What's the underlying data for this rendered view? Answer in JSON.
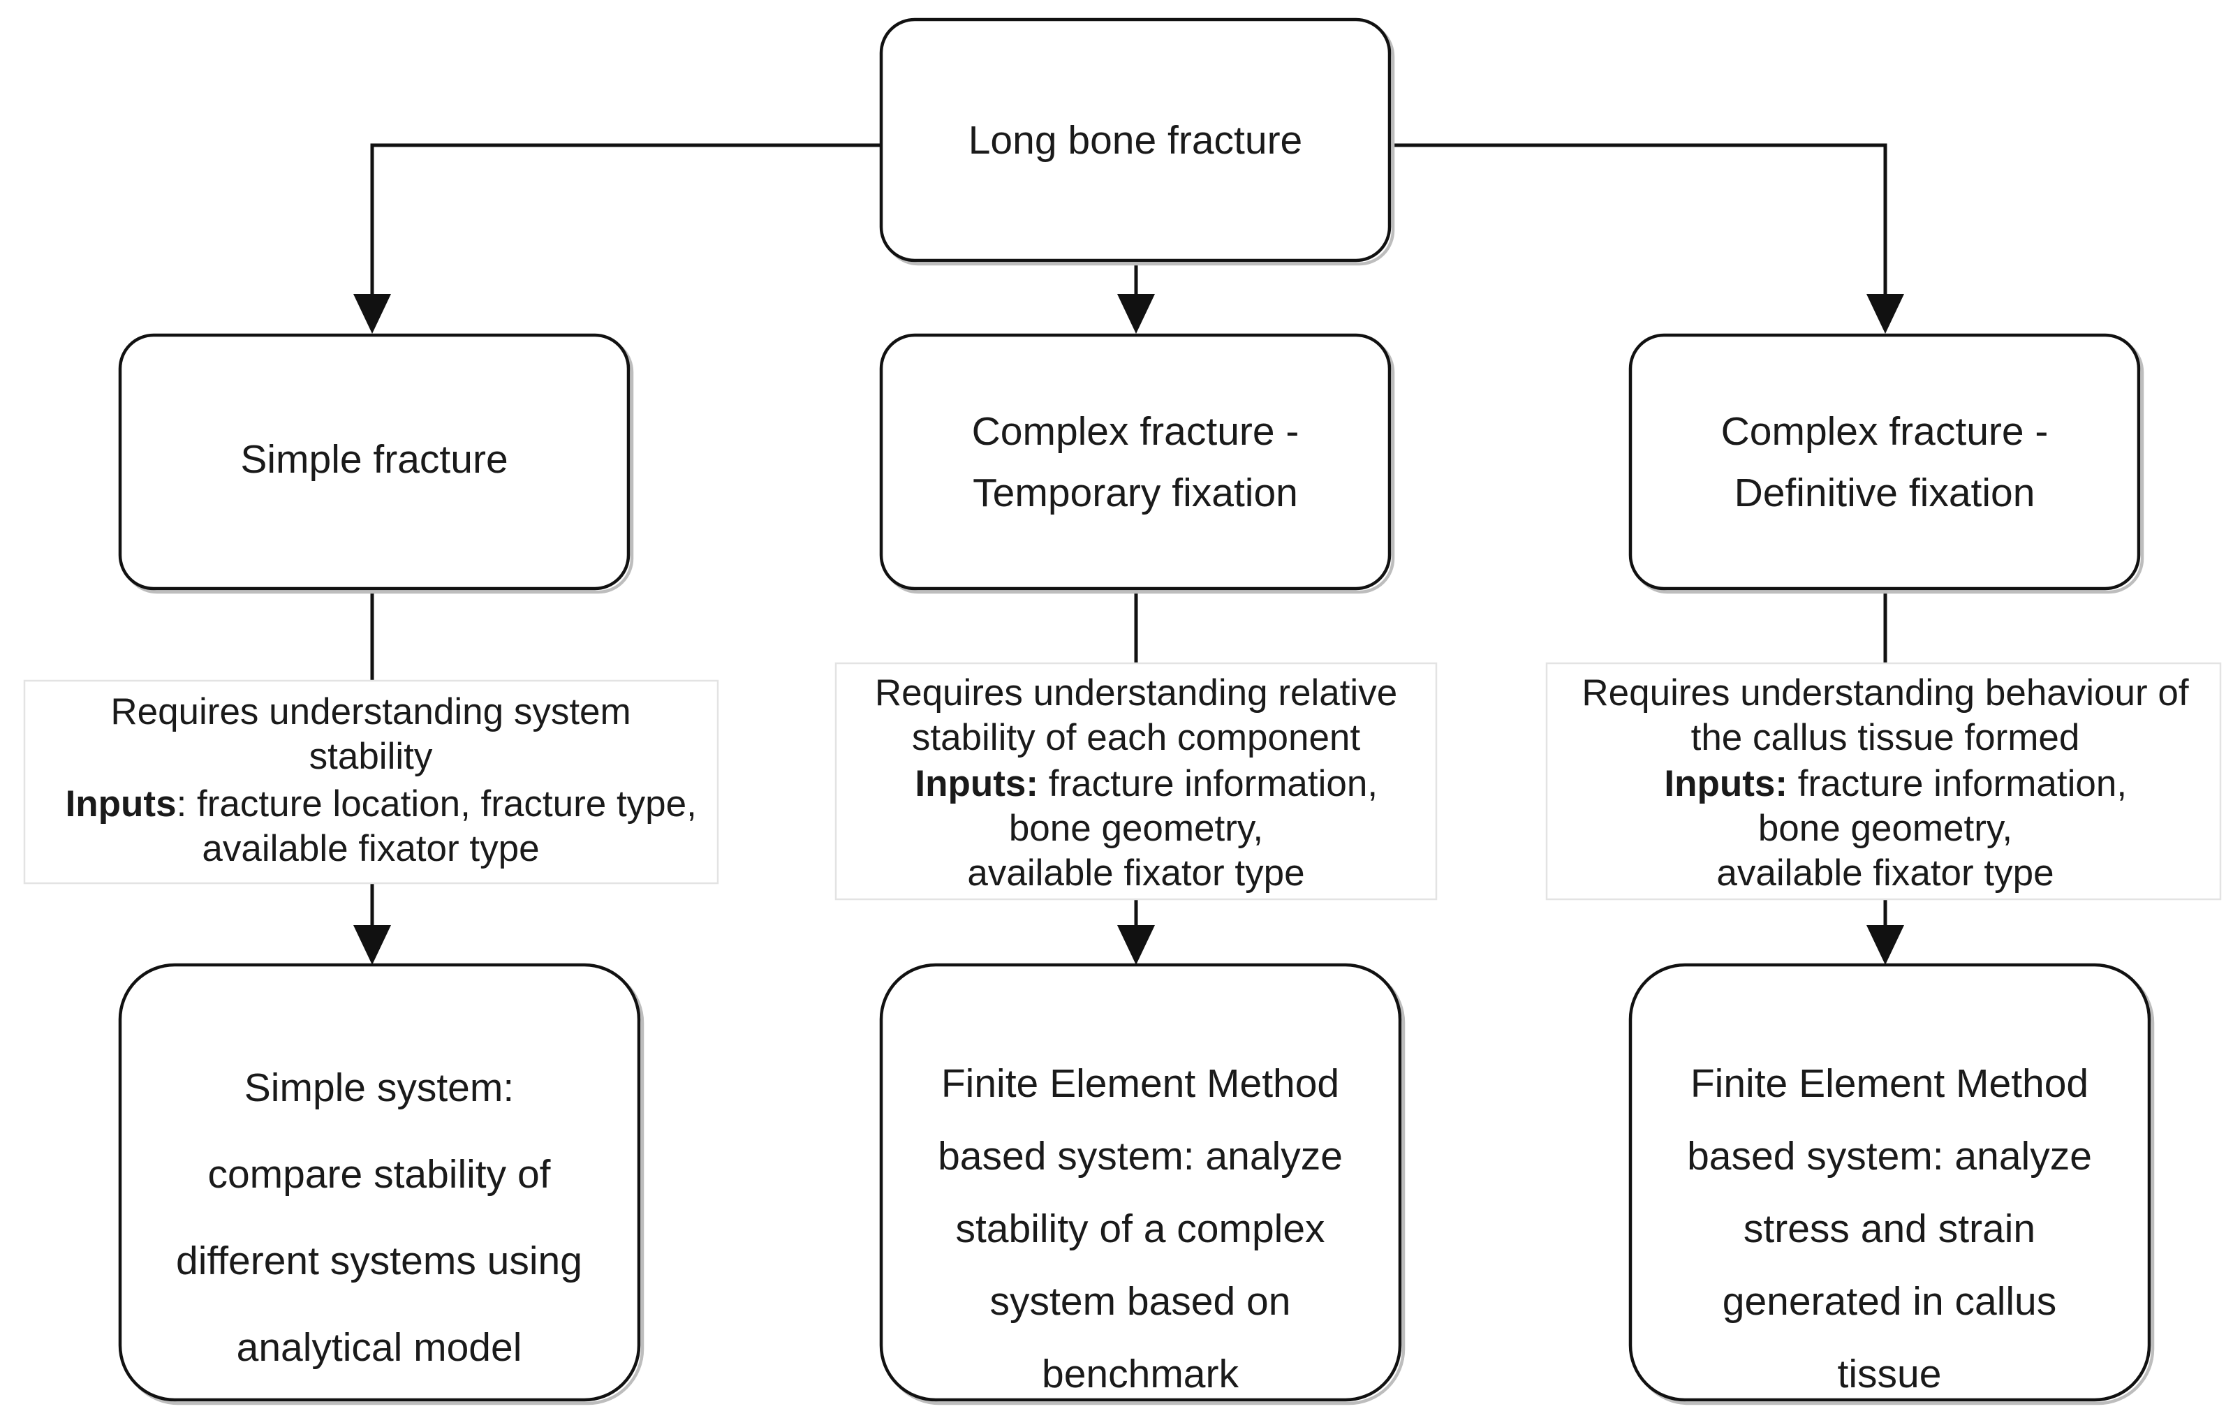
{
  "diagram": {
    "title": "Long bone fracture simulation approach flowchart",
    "type": "flowchart",
    "orientation": "top-down",
    "background_color": "#ffffff",
    "node_border_color": "#111111",
    "node_fill_color": "#ffffff",
    "annotation_border_color": "#e3e3e3",
    "connector_color": "#111111",
    "text_color": "#1a1a1a"
  },
  "root": {
    "label": "Long bone fracture"
  },
  "columns": [
    {
      "id": "simple",
      "category": {
        "line1": "Simple fracture",
        "line2": ""
      },
      "annotation": {
        "requires": [
          "Requires understanding system",
          "stability"
        ],
        "inputs_lead": "Inputs",
        "inputs_separator": ": ",
        "inputs_lines": [
          "fracture location, fracture type,",
          "available fixator type"
        ]
      },
      "outcome": [
        "Simple system:",
        "compare stability of",
        "different systems using",
        "analytical model"
      ]
    },
    {
      "id": "complex-temporary",
      "category": {
        "line1": "Complex fracture -",
        "line2": "Temporary fixation"
      },
      "annotation": {
        "requires": [
          "Requires understanding relative",
          "stability of each component"
        ],
        "inputs_lead": "Inputs:",
        "inputs_separator": " ",
        "inputs_lines": [
          "fracture information,",
          "bone geometry,",
          "available fixator type"
        ]
      },
      "outcome": [
        "Finite Element Method",
        "based system: analyze",
        "stability of a complex",
        "system based on",
        "benchmark"
      ]
    },
    {
      "id": "complex-definitive",
      "category": {
        "line1": "Complex fracture -",
        "line2": "Definitive fixation"
      },
      "annotation": {
        "requires": [
          "Requires understanding behaviour of",
          "the callus tissue formed"
        ],
        "inputs_lead": "Inputs:",
        "inputs_separator": " ",
        "inputs_lines": [
          "fracture information,",
          "bone geometry,",
          "available fixator type"
        ]
      },
      "outcome": [
        "Finite Element Method",
        "based system: analyze",
        "stress and strain",
        "generated in callus",
        "tissue"
      ]
    }
  ]
}
